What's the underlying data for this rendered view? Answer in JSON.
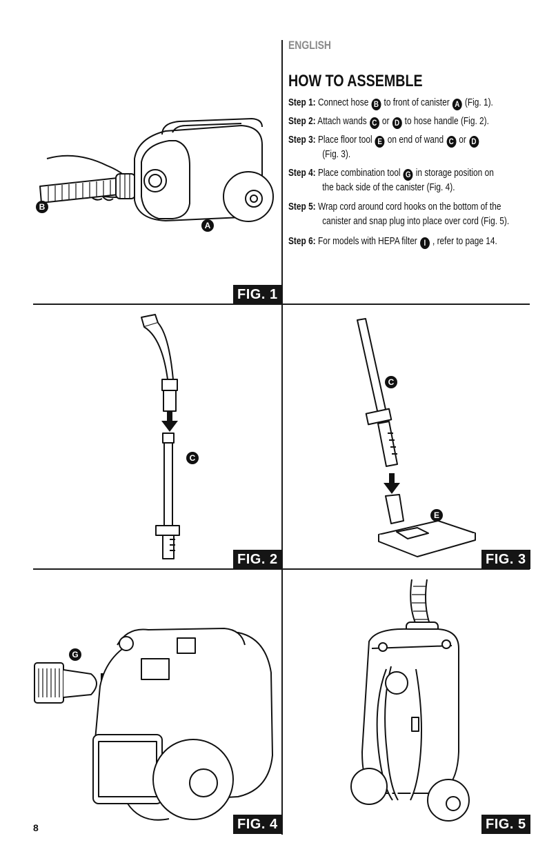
{
  "language": "ENGLISH",
  "heading": "HOW TO ASSEMBLE",
  "steps": [
    {
      "label": "Step 1:",
      "a": "Connect hose",
      "b1": "B",
      "c": "to front of canister",
      "b2": "A",
      "d": "(Fig. 1)."
    },
    {
      "label": "Step 2:",
      "a": "Attach wands",
      "b1": "C",
      "c": "or",
      "b2": "D",
      "d": "to hose handle (Fig. 2)."
    },
    {
      "label": "Step 3:",
      "a": "Place floor tool",
      "b1": "E",
      "c": "on end of wand",
      "b2": "C",
      "d": "or",
      "b3": "D",
      "e": "(Fig. 3)."
    },
    {
      "label": "Step 4:",
      "a": "Place combination tool",
      "b1": "G",
      "c": "in storage position on",
      "e": "the back side of the canister (Fig. 4)."
    },
    {
      "label": "Step 5:",
      "a": "Wrap cord around cord hooks on the bottom of the",
      "e": "canister and snap plug into place over cord (Fig. 5)."
    },
    {
      "label": "Step 6:",
      "a": "For models with HEPA filter",
      "b1": "I",
      "c": ", refer to page 14."
    }
  ],
  "figures": {
    "fig1": {
      "label": "FIG. 1",
      "callouts": [
        "B",
        "A"
      ]
    },
    "fig2": {
      "label": "FIG. 2",
      "callouts": [
        "C"
      ]
    },
    "fig3": {
      "label": "FIG. 3",
      "callouts": [
        "C",
        "E"
      ]
    },
    "fig4": {
      "label": "FIG. 4",
      "callouts": [
        "G"
      ]
    },
    "fig5": {
      "label": "FIG. 5",
      "callouts": []
    }
  },
  "page_number": "8",
  "colors": {
    "ink": "#111111",
    "lang_gray": "#8a8a8a",
    "label_bg": "#151515"
  },
  "icons": [
    "vacuum-canister-illustration",
    "hose-illustration",
    "wand-illustration",
    "floor-tool-illustration",
    "combination-tool-illustration",
    "arrow-down-icon",
    "arrow-right-icon"
  ]
}
